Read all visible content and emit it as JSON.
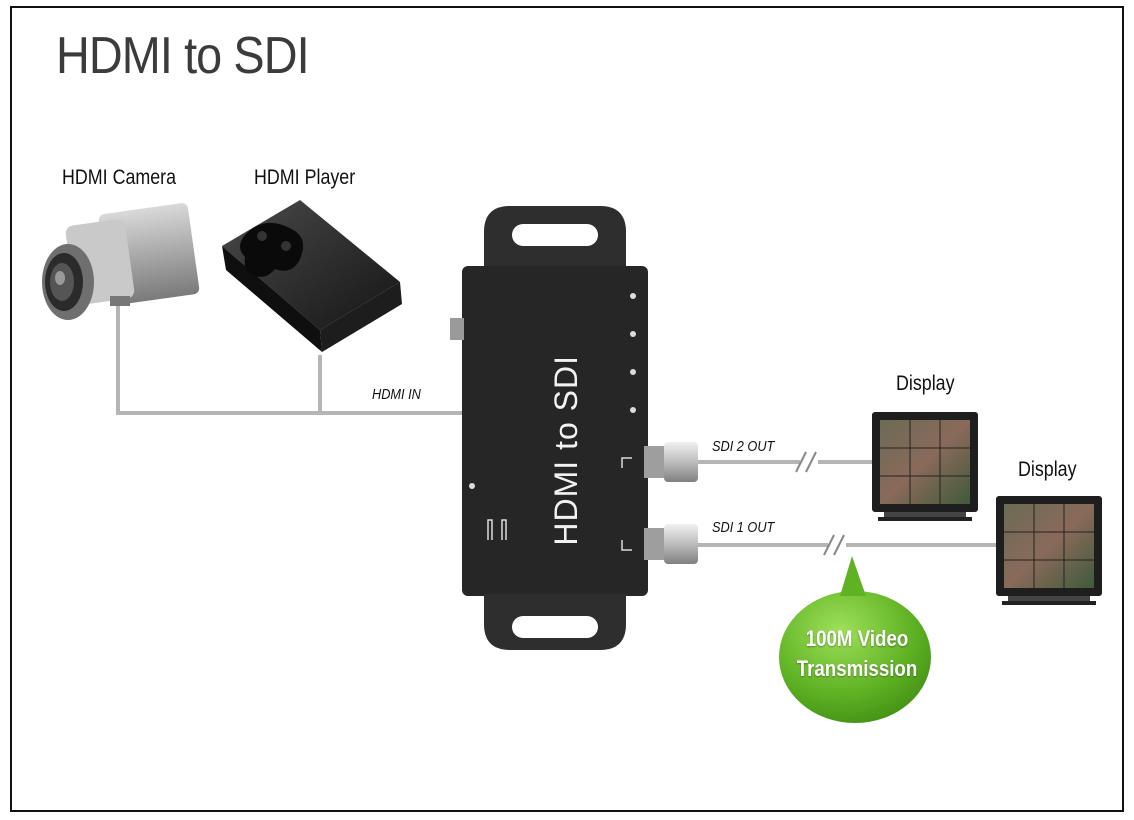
{
  "diagram": {
    "title": "HDMI to SDI",
    "sources": {
      "camera_label": "HDMI Camera",
      "player_label": "HDMI Player"
    },
    "device": {
      "name": "HDMI to SDI"
    },
    "connections": {
      "hdmi_in": "HDMI IN",
      "sdi2_out": "SDI 2 OUT",
      "sdi1_out": "SDI 1 OUT"
    },
    "displays": {
      "display1_label": "Display",
      "display2_label": "Display"
    },
    "callout": {
      "line1": "100M Video",
      "line2": "Transmission"
    },
    "colors": {
      "device_body": "#2a2a2a",
      "cable": "#b5b5b5",
      "bubble": "#6cbf2a"
    }
  }
}
